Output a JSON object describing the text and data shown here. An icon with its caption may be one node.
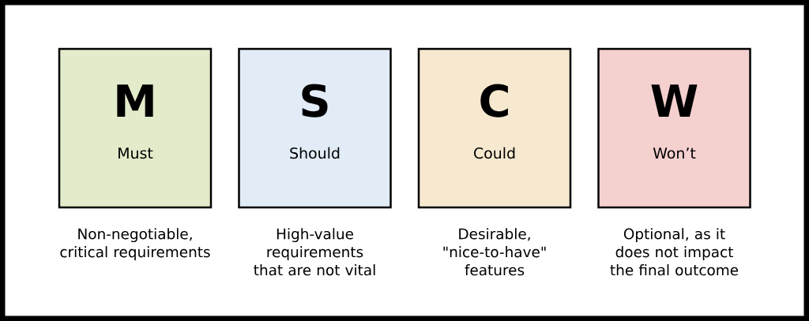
{
  "diagram": {
    "nodes": [
      {
        "text": [
          "M",
          "Must"
        ],
        "beside": [
          "Non-negotiable, critical requirements"
        ]
      },
      {
        "text": [
          "S",
          "Should"
        ],
        "beside": [
          "High-value requirements that are not vital"
        ]
      },
      {
        "text": [
          "C",
          "Could"
        ],
        "beside": [
          "Desirable, \"nice-to-have\" features"
        ]
      },
      {
        "text": [
          "W",
          "Won’t"
        ],
        "beside": [
          "Optional, as it does not impact the final outcome"
        ]
      }
    ]
  }
}
